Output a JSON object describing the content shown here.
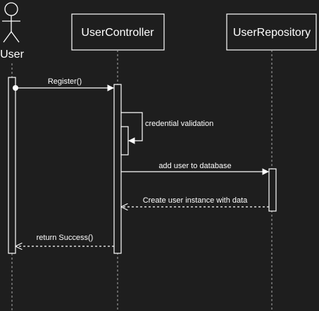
{
  "actor": {
    "label": "User"
  },
  "participants": [
    {
      "id": "user_controller",
      "label": "UserController"
    },
    {
      "id": "user_repository",
      "label": "UserRepository"
    }
  ],
  "messages": [
    {
      "id": "register",
      "label": "Register()",
      "kind": "sync"
    },
    {
      "id": "credential_validation",
      "label": "credential validation",
      "kind": "self"
    },
    {
      "id": "add_user",
      "label": "add user to database",
      "kind": "sync"
    },
    {
      "id": "create_instance",
      "label": "Create user instance with data",
      "kind": "return"
    },
    {
      "id": "return_success",
      "label": "return Success()",
      "kind": "return"
    }
  ],
  "colors": {
    "background": "#1e1e1e",
    "stroke": "#ffffff",
    "lifeline": "#aaaaaa"
  }
}
